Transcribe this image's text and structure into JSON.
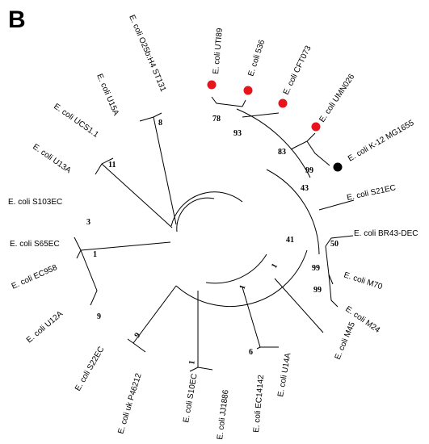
{
  "panel_label": "B",
  "leaves": [
    "E. coli O25b:H4 ST131",
    "E. coli U15A",
    "E. coli UCS1.1",
    "E. coli U13A",
    "E. coli S103EC",
    "E. coli S65EC",
    "E. coli EC958",
    "E. coli U12A",
    "E. coli S22EC",
    "E. coli uk P46212",
    "E. coli S10EC",
    "E. coli JJ1886",
    "E. coli EC14142",
    "E. coli U14A",
    "E. coli M45",
    "E. coli M24",
    "E. coli M70",
    "E. coli BR43-DEC",
    "E. coli S21EC",
    "E. coli K-12 MG1655",
    "E. coli UMN026",
    "E. coli CFT073",
    "E. coli 536",
    "E. coli UTI89"
  ],
  "bootstrap": [
    "8",
    "11",
    "3",
    "1",
    "9",
    "9",
    "1",
    "6",
    "1",
    "1",
    "41",
    "50",
    "99",
    "99",
    "43",
    "83",
    "93",
    "78",
    "99"
  ],
  "markers": [
    {
      "strain": "E. coli UTI89",
      "color": "#e8141b"
    },
    {
      "strain": "E. coli 536",
      "color": "#e8141b"
    },
    {
      "strain": "E. coli CFT073",
      "color": "#e8141b"
    },
    {
      "strain": "E. coli UMN026",
      "color": "#e8141b"
    },
    {
      "strain": "E. coli K-12 MG1655",
      "color": "#000000"
    }
  ]
}
